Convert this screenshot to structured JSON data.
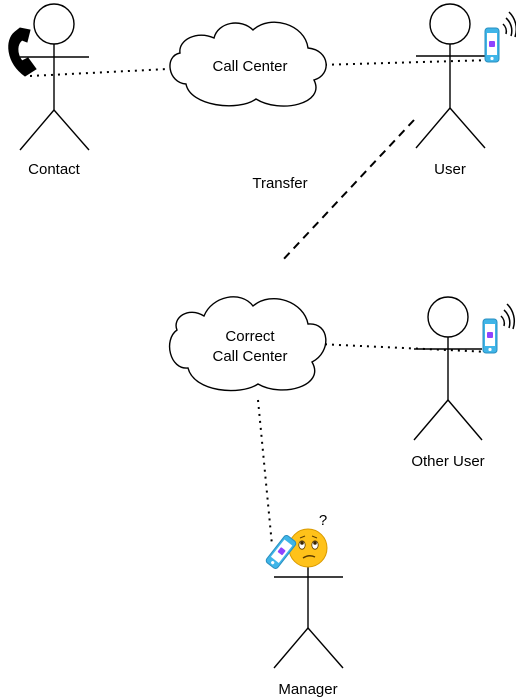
{
  "actors": {
    "contact": "Contact",
    "user": "User",
    "other_user": "Other User",
    "manager": "Manager"
  },
  "clouds": {
    "call_center": "Call Center",
    "correct_call_center_line1": "Correct",
    "correct_call_center_line2": "Call Center"
  },
  "edges": {
    "transfer": "Transfer"
  },
  "annotations": {
    "question_mark": "?"
  },
  "icons": {
    "contact_phone": "telephone-handset-icon",
    "user_phone": "mobile-phone-ringing-icon",
    "other_user_phone": "mobile-phone-ringing-icon",
    "manager_phone": "mobile-phone-icon",
    "manager_face": "confused-face-emoji-icon"
  },
  "colors": {
    "phone_body": "#3fb5e8",
    "phone_screen": "#ffffff",
    "phone_app": "#8e44ff",
    "emoji_face": "#ffc21a",
    "line": "#000000"
  }
}
